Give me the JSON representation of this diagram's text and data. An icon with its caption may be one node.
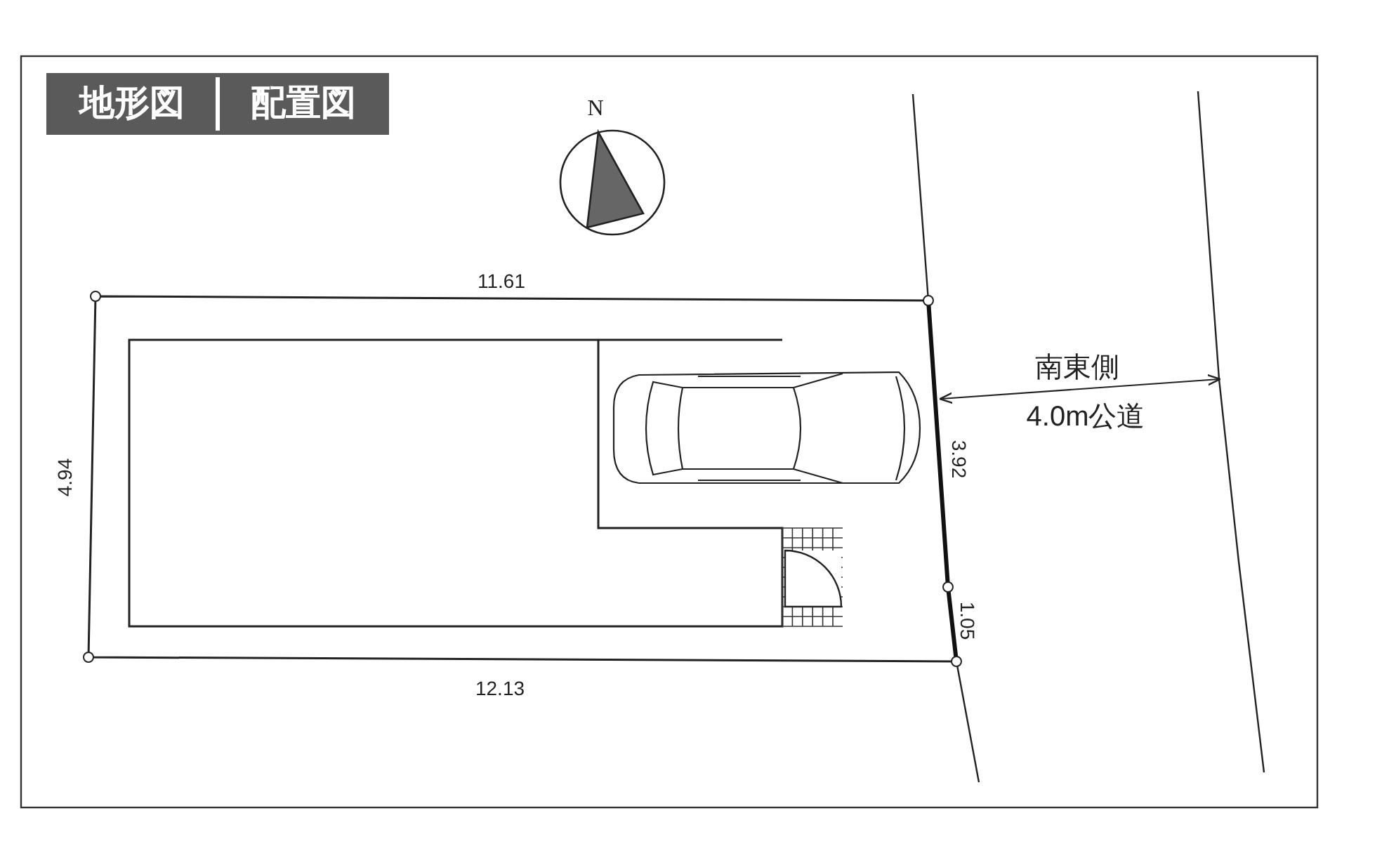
{
  "diagram": {
    "labels": [
      "地形図",
      "配置図",
      "N",
      "11.61",
      "4.94",
      "3.92",
      "1.05",
      "12.13",
      "南東側",
      "4.0m公道"
    ]
  }
}
